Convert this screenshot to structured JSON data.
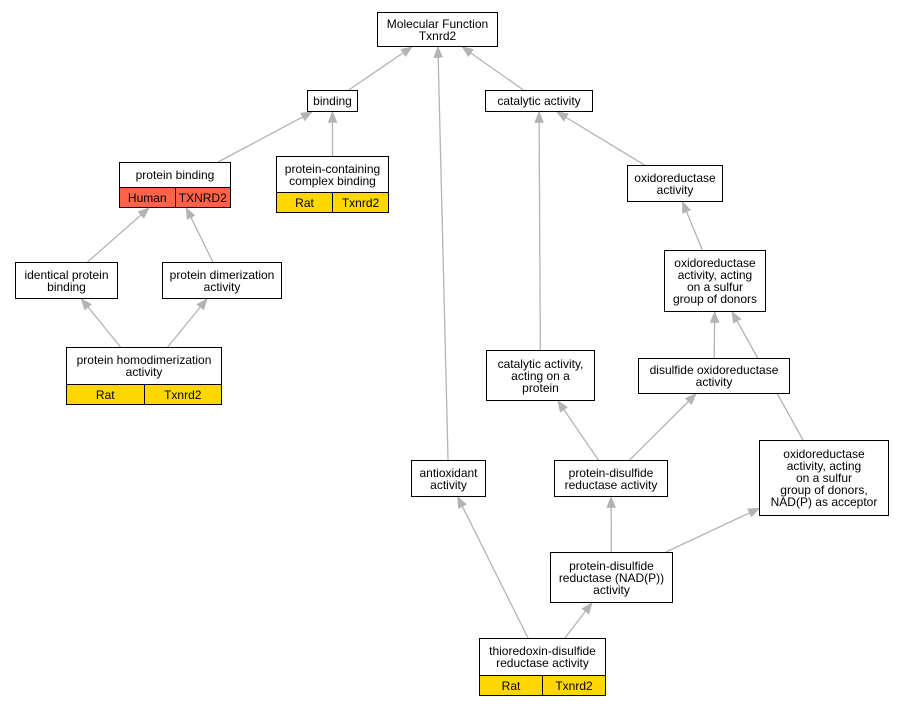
{
  "colors": {
    "edge": "#b3b3b3",
    "rat": "#ffd700",
    "human": "#ff6347",
    "border": "#000000"
  },
  "nodes": [
    {
      "id": "molecular-function",
      "label": "Molecular Function\nTxnrd2"
    },
    {
      "id": "binding",
      "label": "binding"
    },
    {
      "id": "catalytic-activity",
      "label": "catalytic activity"
    },
    {
      "id": "protein-binding",
      "label": "protein binding",
      "ann": [
        "Human",
        "TXNRD2"
      ],
      "ann_color": "#ff6347"
    },
    {
      "id": "protein-containing-complex-binding",
      "label": "protein-containing\ncomplex binding",
      "ann": [
        "Rat",
        "Txnrd2"
      ],
      "ann_color": "#ffd700"
    },
    {
      "id": "oxidoreductase-activity",
      "label": "oxidoreductase\nactivity"
    },
    {
      "id": "oxidoreductase-sulfur",
      "label": "oxidoreductase\nactivity, acting\non a sulfur\ngroup of donors"
    },
    {
      "id": "identical-protein-binding",
      "label": "identical protein\nbinding"
    },
    {
      "id": "protein-dimerization-activity",
      "label": "protein dimerization\nactivity"
    },
    {
      "id": "protein-homodimerization-activity",
      "label": "protein homodimerization\nactivity",
      "ann": [
        "Rat",
        "Txnrd2"
      ],
      "ann_color": "#ffd700"
    },
    {
      "id": "catalytic-acting-on-protein",
      "label": "catalytic activity,\nacting on a\nprotein"
    },
    {
      "id": "disulfide-oxidoreductase",
      "label": "disulfide oxidoreductase\nactivity"
    },
    {
      "id": "antioxidant-activity",
      "label": "antioxidant\nactivity"
    },
    {
      "id": "protein-disulfide-reductase",
      "label": "protein-disulfide\nreductase activity"
    },
    {
      "id": "oxidoreductase-sulfur-nadp",
      "label": "oxidoreductase\nactivity, acting\non a sulfur\ngroup of donors,\nNAD(P) as acceptor"
    },
    {
      "id": "protein-disulfide-reductase-nadp",
      "label": "protein-disulfide\nreductase (NAD(P))\nactivity"
    },
    {
      "id": "thioredoxin-disulfide-reductase",
      "label": "thioredoxin-disulfide\nreductase activity",
      "ann": [
        "Rat",
        "Txnrd2"
      ],
      "ann_color": "#ffd700"
    }
  ],
  "edges": [
    [
      "binding",
      "molecular-function"
    ],
    [
      "catalytic-activity",
      "molecular-function"
    ],
    [
      "antioxidant-activity",
      "molecular-function"
    ],
    [
      "protein-binding",
      "binding"
    ],
    [
      "protein-containing-complex-binding",
      "binding"
    ],
    [
      "oxidoreductase-activity",
      "catalytic-activity"
    ],
    [
      "catalytic-acting-on-protein",
      "catalytic-activity"
    ],
    [
      "oxidoreductase-sulfur",
      "oxidoreductase-activity"
    ],
    [
      "identical-protein-binding",
      "protein-binding"
    ],
    [
      "protein-dimerization-activity",
      "protein-binding"
    ],
    [
      "protein-homodimerization-activity",
      "identical-protein-binding"
    ],
    [
      "protein-homodimerization-activity",
      "protein-dimerization-activity"
    ],
    [
      "disulfide-oxidoreductase",
      "oxidoreductase-sulfur"
    ],
    [
      "oxidoreductase-sulfur-nadp",
      "oxidoreductase-sulfur"
    ],
    [
      "protein-disulfide-reductase",
      "catalytic-acting-on-protein"
    ],
    [
      "protein-disulfide-reductase",
      "disulfide-oxidoreductase"
    ],
    [
      "protein-disulfide-reductase-nadp",
      "protein-disulfide-reductase"
    ],
    [
      "protein-disulfide-reductase-nadp",
      "oxidoreductase-sulfur-nadp"
    ],
    [
      "thioredoxin-disulfide-reductase",
      "antioxidant-activity"
    ],
    [
      "thioredoxin-disulfide-reductase",
      "protein-disulfide-reductase-nadp"
    ]
  ]
}
